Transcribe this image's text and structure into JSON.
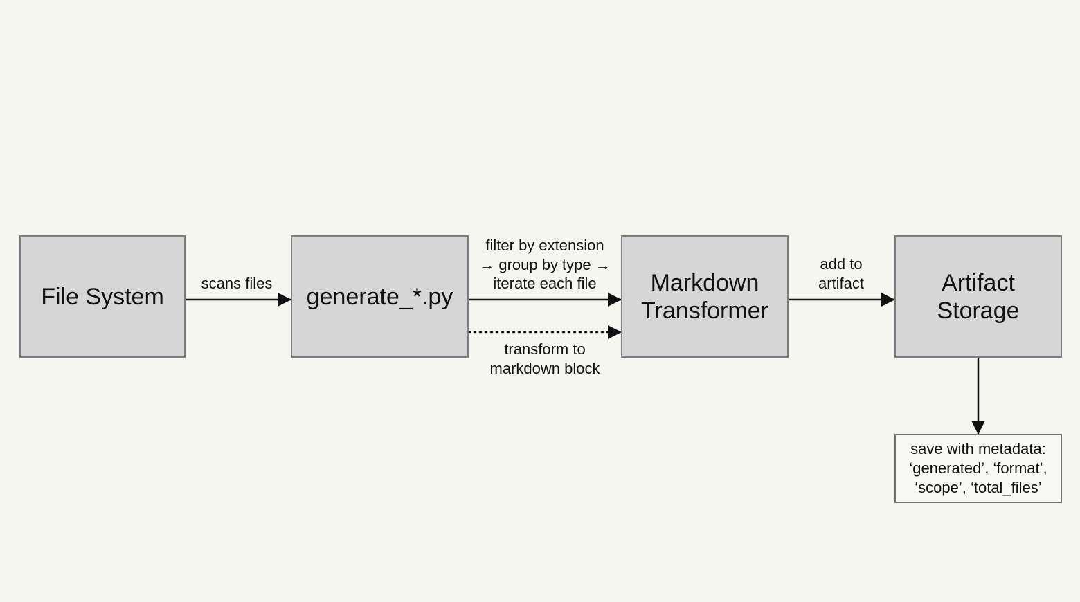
{
  "nodes": {
    "file_system": "File System",
    "generator": "generate_*.py",
    "transformer": "Markdown\nTransformer",
    "storage": "Artifact\nStorage"
  },
  "edges": {
    "scan": "scans files",
    "pipeline": "filter by extension\n→ group by type →\niterate each file",
    "transform": "transform to\nmarkdown block",
    "add": "add to\nartifact"
  },
  "note": {
    "save": "save with metadata:\n‘generated’, ‘format’,\n‘scope’, ‘total_files’"
  },
  "colors": {
    "background": "#f6f6f1",
    "node_fill": "#d6d6d6",
    "node_border": "#7c7c7c",
    "arrow": "#111111"
  }
}
